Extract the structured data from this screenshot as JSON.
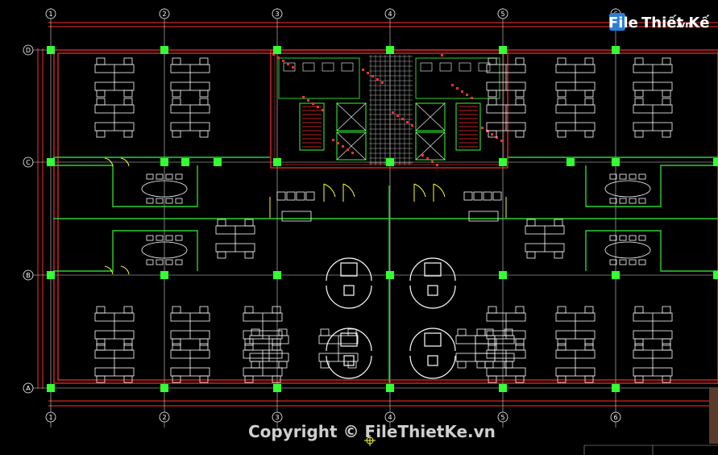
{
  "grid": {
    "columns": [
      "1",
      "2",
      "3",
      "4",
      "5",
      "6"
    ],
    "rows": [
      "D",
      "C",
      "B",
      "A"
    ]
  },
  "watermark": {
    "copyright_text": "Copyright © FileThietKe.vn"
  },
  "brand": {
    "logo_word_file": "File",
    "logo_word_thietke": "Thiết Kế",
    "logo_suffix": ".vn"
  },
  "colors": {
    "background": "#000000",
    "axis": "#ff2020",
    "column": "#33ff33",
    "furniture": "#ffffff",
    "core": "#ff3030",
    "partition": "#2fd12f",
    "door": "#ffff33"
  }
}
